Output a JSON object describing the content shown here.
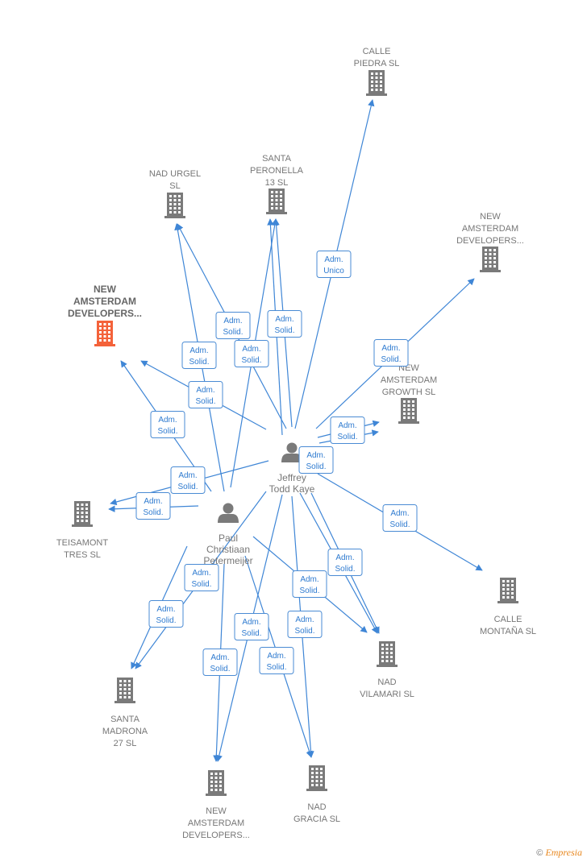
{
  "colors": {
    "edge": "#3f86d6",
    "building": "#7a7a7a",
    "focus_building": "#f4623a",
    "person": "#7a7a7a"
  },
  "companies": [
    {
      "id": "c_piedra",
      "label": [
        "CALLE",
        "PIEDRA  SL"
      ],
      "focus": false
    },
    {
      "id": "c_urgel",
      "label": [
        "NAD URGEL",
        "SL"
      ],
      "focus": false
    },
    {
      "id": "c_peronella",
      "label": [
        "SANTA",
        "PERONELLA",
        "13  SL"
      ],
      "focus": false
    },
    {
      "id": "c_nad_top",
      "label": [
        "NEW",
        "AMSTERDAM",
        "DEVELOPERS..."
      ],
      "focus": false
    },
    {
      "id": "c_focus",
      "label": [
        "NEW",
        "AMSTERDAM",
        "DEVELOPERS..."
      ],
      "focus": true
    },
    {
      "id": "c_growth",
      "label": [
        "NEW",
        "AMSTERDAM",
        "GROWTH  SL"
      ],
      "focus": false
    },
    {
      "id": "c_teisamont",
      "label": [
        "TEISAMONT",
        "TRES SL"
      ],
      "focus": false
    },
    {
      "id": "c_montana",
      "label": [
        "CALLE",
        "MONTAÑA  SL"
      ],
      "focus": false
    },
    {
      "id": "c_vilamari",
      "label": [
        "NAD",
        "VILAMARI  SL"
      ],
      "focus": false
    },
    {
      "id": "c_madrona",
      "label": [
        "SANTA",
        "MADRONA",
        "27  SL"
      ],
      "focus": false
    },
    {
      "id": "c_nad_bot",
      "label": [
        "NEW",
        "AMSTERDAM",
        "DEVELOPERS..."
      ],
      "focus": false
    },
    {
      "id": "c_gracia",
      "label": [
        "NAD",
        "GRACIA  SL"
      ],
      "focus": false
    }
  ],
  "persons": [
    {
      "id": "p_jeffrey",
      "label": [
        "Jeffrey",
        "Todd Kaye"
      ]
    },
    {
      "id": "p_paul",
      "label": [
        "Paul",
        "Christiaan",
        "Petermeijer"
      ]
    }
  ],
  "badges": [
    {
      "id": "b1",
      "line1": "Adm.",
      "line2": "Unico"
    },
    {
      "id": "b2",
      "line1": "Adm.",
      "line2": "Solid."
    },
    {
      "id": "b3",
      "line1": "Adm.",
      "line2": "Solid."
    },
    {
      "id": "b4",
      "line1": "Adm.",
      "line2": "Solid."
    },
    {
      "id": "b5",
      "line1": "Adm.",
      "line2": "Solid."
    },
    {
      "id": "b6",
      "line1": "Adm.",
      "line2": "Solid."
    },
    {
      "id": "b7",
      "line1": "Adm.",
      "line2": "Solid."
    },
    {
      "id": "b8",
      "line1": "Adm.",
      "line2": "Solid."
    },
    {
      "id": "b9",
      "line1": "Adm.",
      "line2": "Solid."
    },
    {
      "id": "b10",
      "line1": "Adm.",
      "line2": "Solid."
    },
    {
      "id": "b11",
      "line1": "Adm.",
      "line2": "Solid."
    },
    {
      "id": "b12",
      "line1": "Adm.",
      "line2": "Solid."
    },
    {
      "id": "b13",
      "line1": "Adm.",
      "line2": "Solid."
    },
    {
      "id": "b14",
      "line1": "Adm.",
      "line2": "Solid."
    },
    {
      "id": "b15",
      "line1": "Adm.",
      "line2": "Solid."
    },
    {
      "id": "b16",
      "line1": "Adm.",
      "line2": "Solid."
    },
    {
      "id": "b17",
      "line1": "Adm.",
      "line2": "Solid."
    },
    {
      "id": "b18",
      "line1": "Adm.",
      "line2": "Solid."
    },
    {
      "id": "b19",
      "line1": "Adm.",
      "line2": "Solid."
    },
    {
      "id": "b20",
      "line1": "Adm.",
      "line2": "Solid."
    },
    {
      "id": "b21",
      "line1": "Adm.",
      "line2": "Solid."
    }
  ],
  "footer": {
    "copyright": "©",
    "brand": "Empresia"
  }
}
